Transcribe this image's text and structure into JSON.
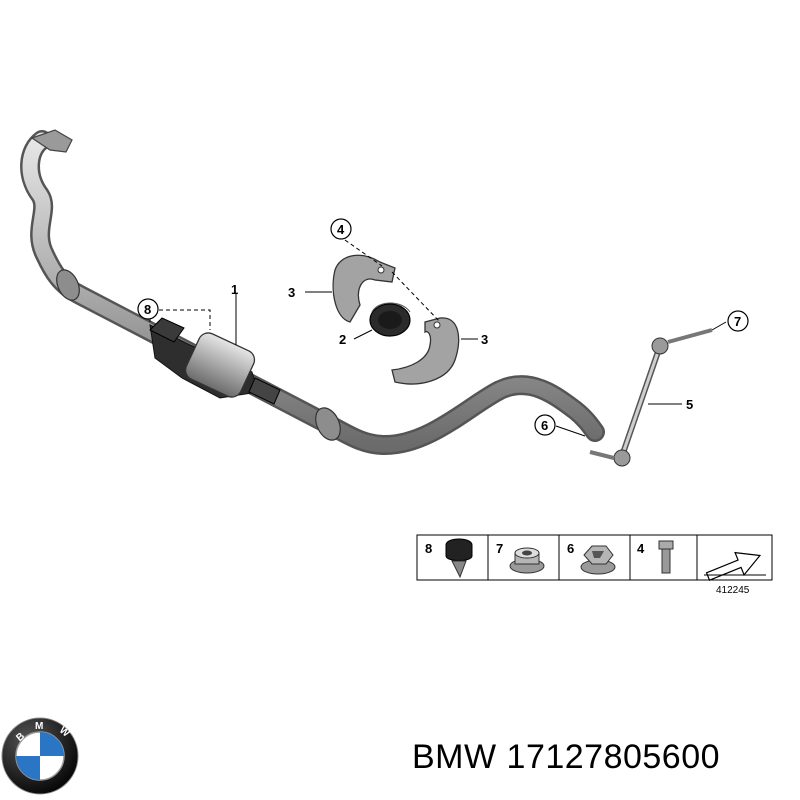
{
  "diagram": {
    "callouts": {
      "c1": "1",
      "c2": "2",
      "c3a": "3",
      "c3b": "3",
      "c4": "4",
      "c5": "5",
      "c6": "6",
      "c7": "7",
      "c8": "8"
    },
    "legend": {
      "items": [
        "8",
        "7",
        "6",
        "4"
      ],
      "code": "412245"
    }
  },
  "logo": {
    "letters": "BMW",
    "colors": {
      "blue": "#2a76c4",
      "white": "#ffffff",
      "ring": "#111111"
    }
  },
  "caption": "BMW 17127805600"
}
